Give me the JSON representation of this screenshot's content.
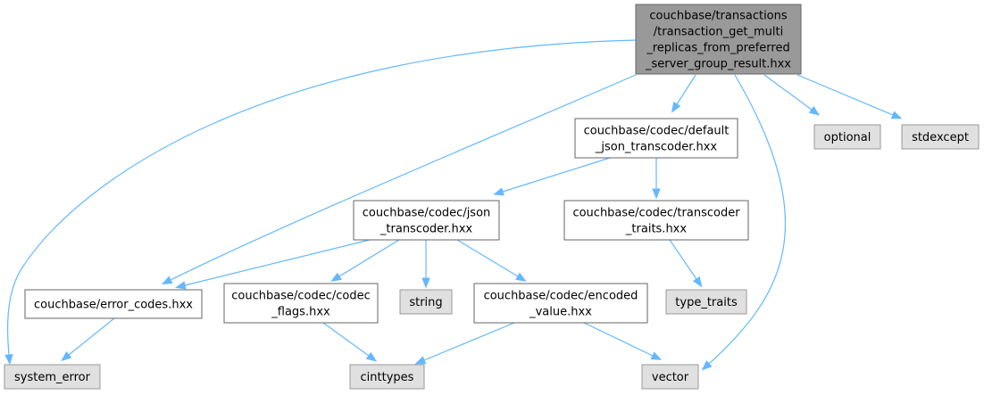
{
  "colors": {
    "root_fill": "#999999",
    "root_stroke": "#666666",
    "file_fill": "#ffffff",
    "file_stroke": "#666666",
    "system_fill": "#e0e0e0",
    "system_stroke": "#999999",
    "edge": "#63b8ff"
  },
  "nodes": {
    "root": {
      "lines": [
        "couchbase/transactions",
        "/transaction_get_multi",
        "_replicas_from_preferred",
        "_server_group_result.hxx"
      ],
      "kind": "root"
    },
    "default_json_transcoder": {
      "lines": [
        "couchbase/codec/default",
        "_json_transcoder.hxx"
      ],
      "kind": "file"
    },
    "optional": {
      "lines": [
        "optional"
      ],
      "kind": "system"
    },
    "stdexcept": {
      "lines": [
        "stdexcept"
      ],
      "kind": "system"
    },
    "json_transcoder": {
      "lines": [
        "couchbase/codec/json",
        "_transcoder.hxx"
      ],
      "kind": "file"
    },
    "transcoder_traits": {
      "lines": [
        "couchbase/codec/transcoder",
        "_traits.hxx"
      ],
      "kind": "file"
    },
    "error_codes": {
      "lines": [
        "couchbase/error_codes.hxx"
      ],
      "kind": "file"
    },
    "codec_flags": {
      "lines": [
        "couchbase/codec/codec",
        "_flags.hxx"
      ],
      "kind": "file"
    },
    "string": {
      "lines": [
        "string"
      ],
      "kind": "system"
    },
    "encoded_value": {
      "lines": [
        "couchbase/codec/encoded",
        "_value.hxx"
      ],
      "kind": "file"
    },
    "type_traits": {
      "lines": [
        "type_traits"
      ],
      "kind": "system"
    },
    "system_error": {
      "lines": [
        "system_error"
      ],
      "kind": "system"
    },
    "cinttypes": {
      "lines": [
        "cinttypes"
      ],
      "kind": "system"
    },
    "vector": {
      "lines": [
        "vector"
      ],
      "kind": "system"
    }
  },
  "edges": [
    [
      "root",
      "default_json_transcoder"
    ],
    [
      "root",
      "optional"
    ],
    [
      "root",
      "stdexcept"
    ],
    [
      "root",
      "error_codes"
    ],
    [
      "root",
      "system_error"
    ],
    [
      "root",
      "vector"
    ],
    [
      "default_json_transcoder",
      "json_transcoder"
    ],
    [
      "default_json_transcoder",
      "transcoder_traits"
    ],
    [
      "json_transcoder",
      "error_codes"
    ],
    [
      "json_transcoder",
      "codec_flags"
    ],
    [
      "json_transcoder",
      "string"
    ],
    [
      "json_transcoder",
      "encoded_value"
    ],
    [
      "transcoder_traits",
      "type_traits"
    ],
    [
      "error_codes",
      "system_error"
    ],
    [
      "codec_flags",
      "cinttypes"
    ],
    [
      "encoded_value",
      "cinttypes"
    ],
    [
      "encoded_value",
      "vector"
    ]
  ]
}
